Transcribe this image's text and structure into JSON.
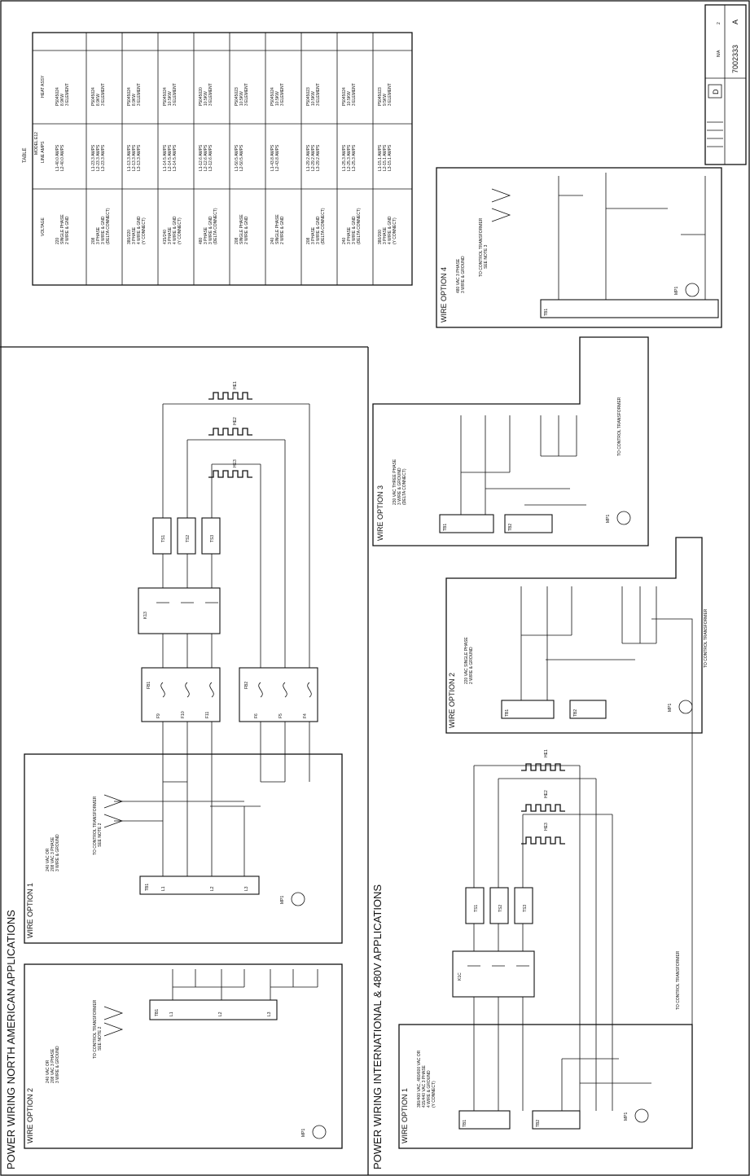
{
  "sections": {
    "north_american": "POWER WIRING NORTH AMERICAN APPLICATIONS",
    "international": "POWER WIRING INTERNATIONAL & 480V APPLICATIONS"
  },
  "panels": {
    "na_opt2": {
      "title": "WIRE OPTION 2",
      "desc": [
        "240 VAC OR",
        "208 VAC 3 PHASE",
        "3 WIRE & GROUND"
      ],
      "note": [
        "TO CONTROL TRANSFORMER",
        "SEE NOTE 2"
      ],
      "block": "TB1",
      "terms": [
        "L1",
        "L2",
        "L3"
      ],
      "motor": "MP1"
    },
    "na_opt1": {
      "title": "WIRE OPTION 1",
      "desc": [
        "240 VAC OR",
        "208 VAC 3 PHASE",
        "3 WIRE & GROUND"
      ],
      "note": [
        "TO CONTROL TRANSFORMER",
        "SEE NOTE 2"
      ],
      "block": "TB1",
      "terms": [
        "L1",
        "L2",
        "L3"
      ],
      "motor": "MP1"
    },
    "intl_opt1": {
      "title": "WIRE OPTION 1",
      "desc": [
        "380/400 VAC, 480/600 VAC OR",
        "415/440 VAC 3 PHASE",
        "4 WIRE & GROUND",
        "(Y CONNECT)"
      ],
      "note": "TO CONTROL TRANSFORMER",
      "block": "TB1",
      "block2": "TB2",
      "motor": "MP1"
    },
    "opt2_right": {
      "title": "WIRE OPTION 2",
      "desc": [
        "220 VAC SINGLE PHASE",
        "2 WIRE & GROUND"
      ],
      "note": "TO CONTROL TRANSFORMER",
      "block": "TB1",
      "block2": "TB2",
      "motor": "MP1"
    },
    "opt3": {
      "title": "WIRE OPTION 3",
      "desc": [
        "230 VAC THREE PHASE",
        "3 WIRE & GROUND",
        "(DELTA CONNECT)"
      ],
      "note": "TO CONTROL TRANSFORMER",
      "block": "TB1",
      "block2": "TB2",
      "motor": "MP1"
    },
    "opt4": {
      "title": "WIRE OPTION 4",
      "desc": [
        "480 VAC 3 PHASE",
        "3 WIRE & GROUND"
      ],
      "note": [
        "TO CONTROL TRANSFORMER",
        "SEE NOTE 3"
      ],
      "block": "TB1",
      "motor": "MP1"
    }
  },
  "components": {
    "heaters": [
      "HE1",
      "HE2",
      "HE3"
    ],
    "contactor": "K13",
    "contactor_intl": "K1C",
    "fuse_block1": "FB1",
    "fuse_block2": "FB2",
    "fuses1": [
      "F9",
      "F10",
      "F11"
    ],
    "fuses2": [
      "F6",
      "F5",
      "F4"
    ],
    "thermal": [
      "TS1",
      "TS2",
      "TS3"
    ]
  },
  "table": {
    "title": "TABLE",
    "header_model": "MODEL E12",
    "columns": [
      "VOLTAGE",
      "LINE AMPS",
      "HEAT ASSY"
    ],
    "rows": [
      {
        "voltage": [
          "220",
          "SINGLE PHASE",
          "2 WIRE & GND"
        ],
        "amps": [
          "L1-40.0 AMPS",
          "L2-40.0 AMPS"
        ],
        "heat": [
          "P5045024",
          "8.9KW",
          "3 ELEMENT"
        ]
      },
      {
        "voltage": [
          "208",
          "3 PHASE",
          "3 WIRE & GND",
          "(DELTA CONNECT)"
        ],
        "amps": [
          "L1-23.3 AMPS",
          "L2-23.3 AMPS",
          "L3-23.3 AMPS"
        ],
        "heat": [
          "P5045024",
          "8.9KW",
          "3 ELEMENT"
        ]
      },
      {
        "voltage": [
          "380/220",
          "3 PHASE",
          "4 WIRE & GND",
          "(Y CONNECT)"
        ],
        "amps": [
          "L1-13.3 AMPS",
          "L2-13.3 AMPS",
          "L3-13.3 AMPS"
        ],
        "heat": [
          "P5045024",
          "8.9KW",
          "3 ELEMENT"
        ]
      },
      {
        "voltage": [
          "415/240",
          "3 PHASE",
          "4 WIRE & GND",
          "(Y CONNECT)"
        ],
        "amps": [
          "L1-14.5 AMPS",
          "L2-14.5 AMPS",
          "L3-14.5 AMPS"
        ],
        "heat": [
          "P5045024",
          "10.5KW",
          "3 ELEMENT"
        ]
      },
      {
        "voltage": [
          "480",
          "3 PHASE",
          "3 WIRE & GND",
          "(DELTA CONNECT)"
        ],
        "amps": [
          "L1-12.6 AMPS",
          "L2-12.6 AMPS",
          "L3-12.6 AMPS"
        ],
        "heat": [
          "P5045020",
          "10.5KW",
          "3 ELEMENT"
        ]
      },
      {
        "voltage": [
          "208",
          "SINGLE PHASE",
          "2 WIRE & GND"
        ],
        "amps": [
          "L1-50.5 AMPS",
          "L2-50.5 AMPS"
        ],
        "heat": [
          "P5045023",
          "10.5KW",
          "3 ELEMENT"
        ]
      },
      {
        "voltage": [
          "240",
          "SINGLE PHASE",
          "2 WIRE & GND"
        ],
        "amps": [
          "L1-43.8 AMPS",
          "L2-43.8 AMPS"
        ],
        "heat": [
          "P5045024",
          "10.5KW",
          "3 ELEMENT"
        ]
      },
      {
        "voltage": [
          "208",
          "3 PHASE",
          "3 WIRE & GND",
          "(DELTA CONNECT)"
        ],
        "amps": [
          "L1-29.2 AMPS",
          "L2-29.2 AMPS",
          "L3-29.2 AMPS"
        ],
        "heat": [
          "P5045023",
          "10.5KW",
          "3 ELEMENT"
        ]
      },
      {
        "voltage": [
          "240",
          "3 PHASE",
          "3 WIRE & GND",
          "(DELTA CONNECT)"
        ],
        "amps": [
          "L1-25.3 AMPS",
          "L2-25.3 AMPS",
          "L3-25.3 AMPS"
        ],
        "heat": [
          "P5045024",
          "10.5KW",
          "3 ELEMENT"
        ]
      },
      {
        "voltage": [
          "380/200",
          "3 PHASE",
          "4 WIRE & GND",
          "(Y CONNECT)"
        ],
        "amps": [
          "L1-15.1 AMPS",
          "L2-15.1 AMPS",
          "L3-15.1 AMPS"
        ],
        "heat": [
          "P5045023",
          "9.5KW",
          "3 ELEMENT"
        ]
      }
    ]
  },
  "title_block": {
    "size": "D",
    "dwg_no": "7002333",
    "rev": "A",
    "scale": "N/A",
    "sheet": "2"
  }
}
